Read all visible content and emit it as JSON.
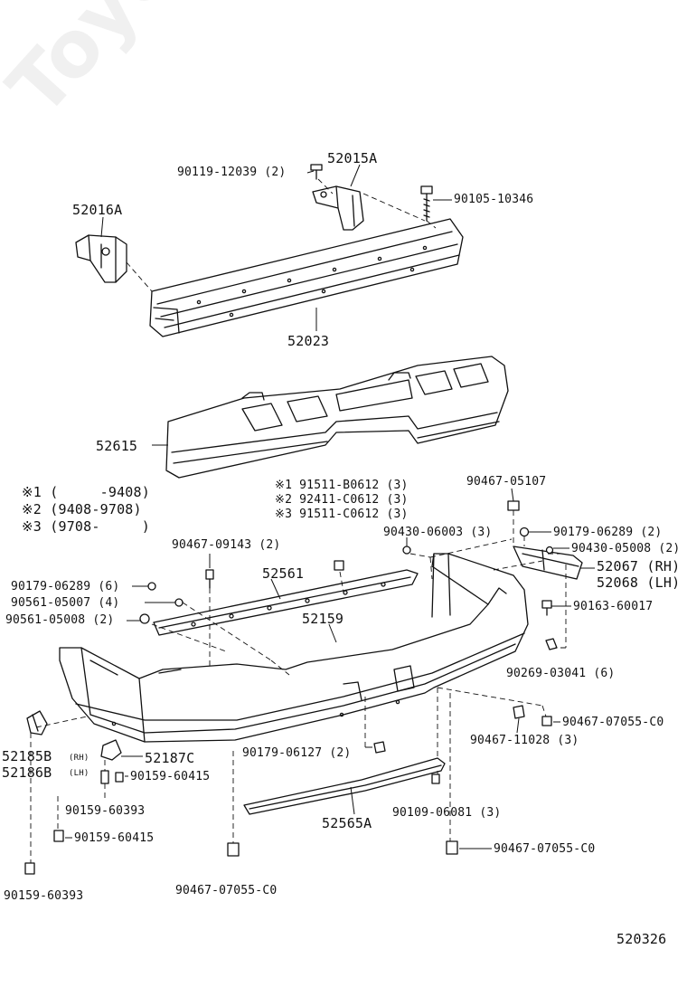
{
  "diagram_code": "520326",
  "labels": {
    "p52015A": "52015A",
    "p90119": "90119-12039 (2)",
    "p90105": "90105-10346",
    "p52016A": "52016A",
    "p52023": "52023",
    "p52615": "52615",
    "n1": "※1 (     -9408)",
    "n2": "※2 (9408-9708)",
    "n3": "※3 (9708-     )",
    "a1": "※1 91511-B0612 (3)",
    "a2": "※2 92411-C0612 (3)",
    "a3": "※3 91511-C0612 (3)",
    "p90467_05107": "90467-05107",
    "p90430_06003": "90430-06003 (3)",
    "p90179_06289_2": "90179-06289 (2)",
    "p90430_05008": "90430-05008 (2)",
    "p52067": "52067 (RH)",
    "p52068": "52068 (LH)",
    "p90467_09143": "90467-09143 (2)",
    "p52561": "52561",
    "p90179_06289_6": "90179-06289 (6)",
    "p90561_05007": "90561-05007 (4)",
    "p90561_05008": "90561-05008 (2)",
    "p52159": "52159",
    "p90163": "90163-60017",
    "p90269": "90269-03041 (6)",
    "p52185B": "52185B",
    "p52186B": "52186B",
    "rh": "(RH)",
    "lh": "(LH)",
    "p52187C": "52187C",
    "p90159_60415a": "90159-60415",
    "p90179_06127": "90179-06127 (2)",
    "p90467_07055a": "90467-07055-C0",
    "p90467_11028": "90467-11028 (3)",
    "p90159_60393a": "90159-60393",
    "p52565A": "52565A",
    "p90109": "90109-06081 (3)",
    "p90159_60415b": "90159-60415",
    "p90467_07055b": "90467-07055-C0",
    "p90159_60393b": "90159-60393",
    "p90467_07055c": "90467-07055-C0"
  },
  "watermark": "ToyotaPartsMine.ru"
}
